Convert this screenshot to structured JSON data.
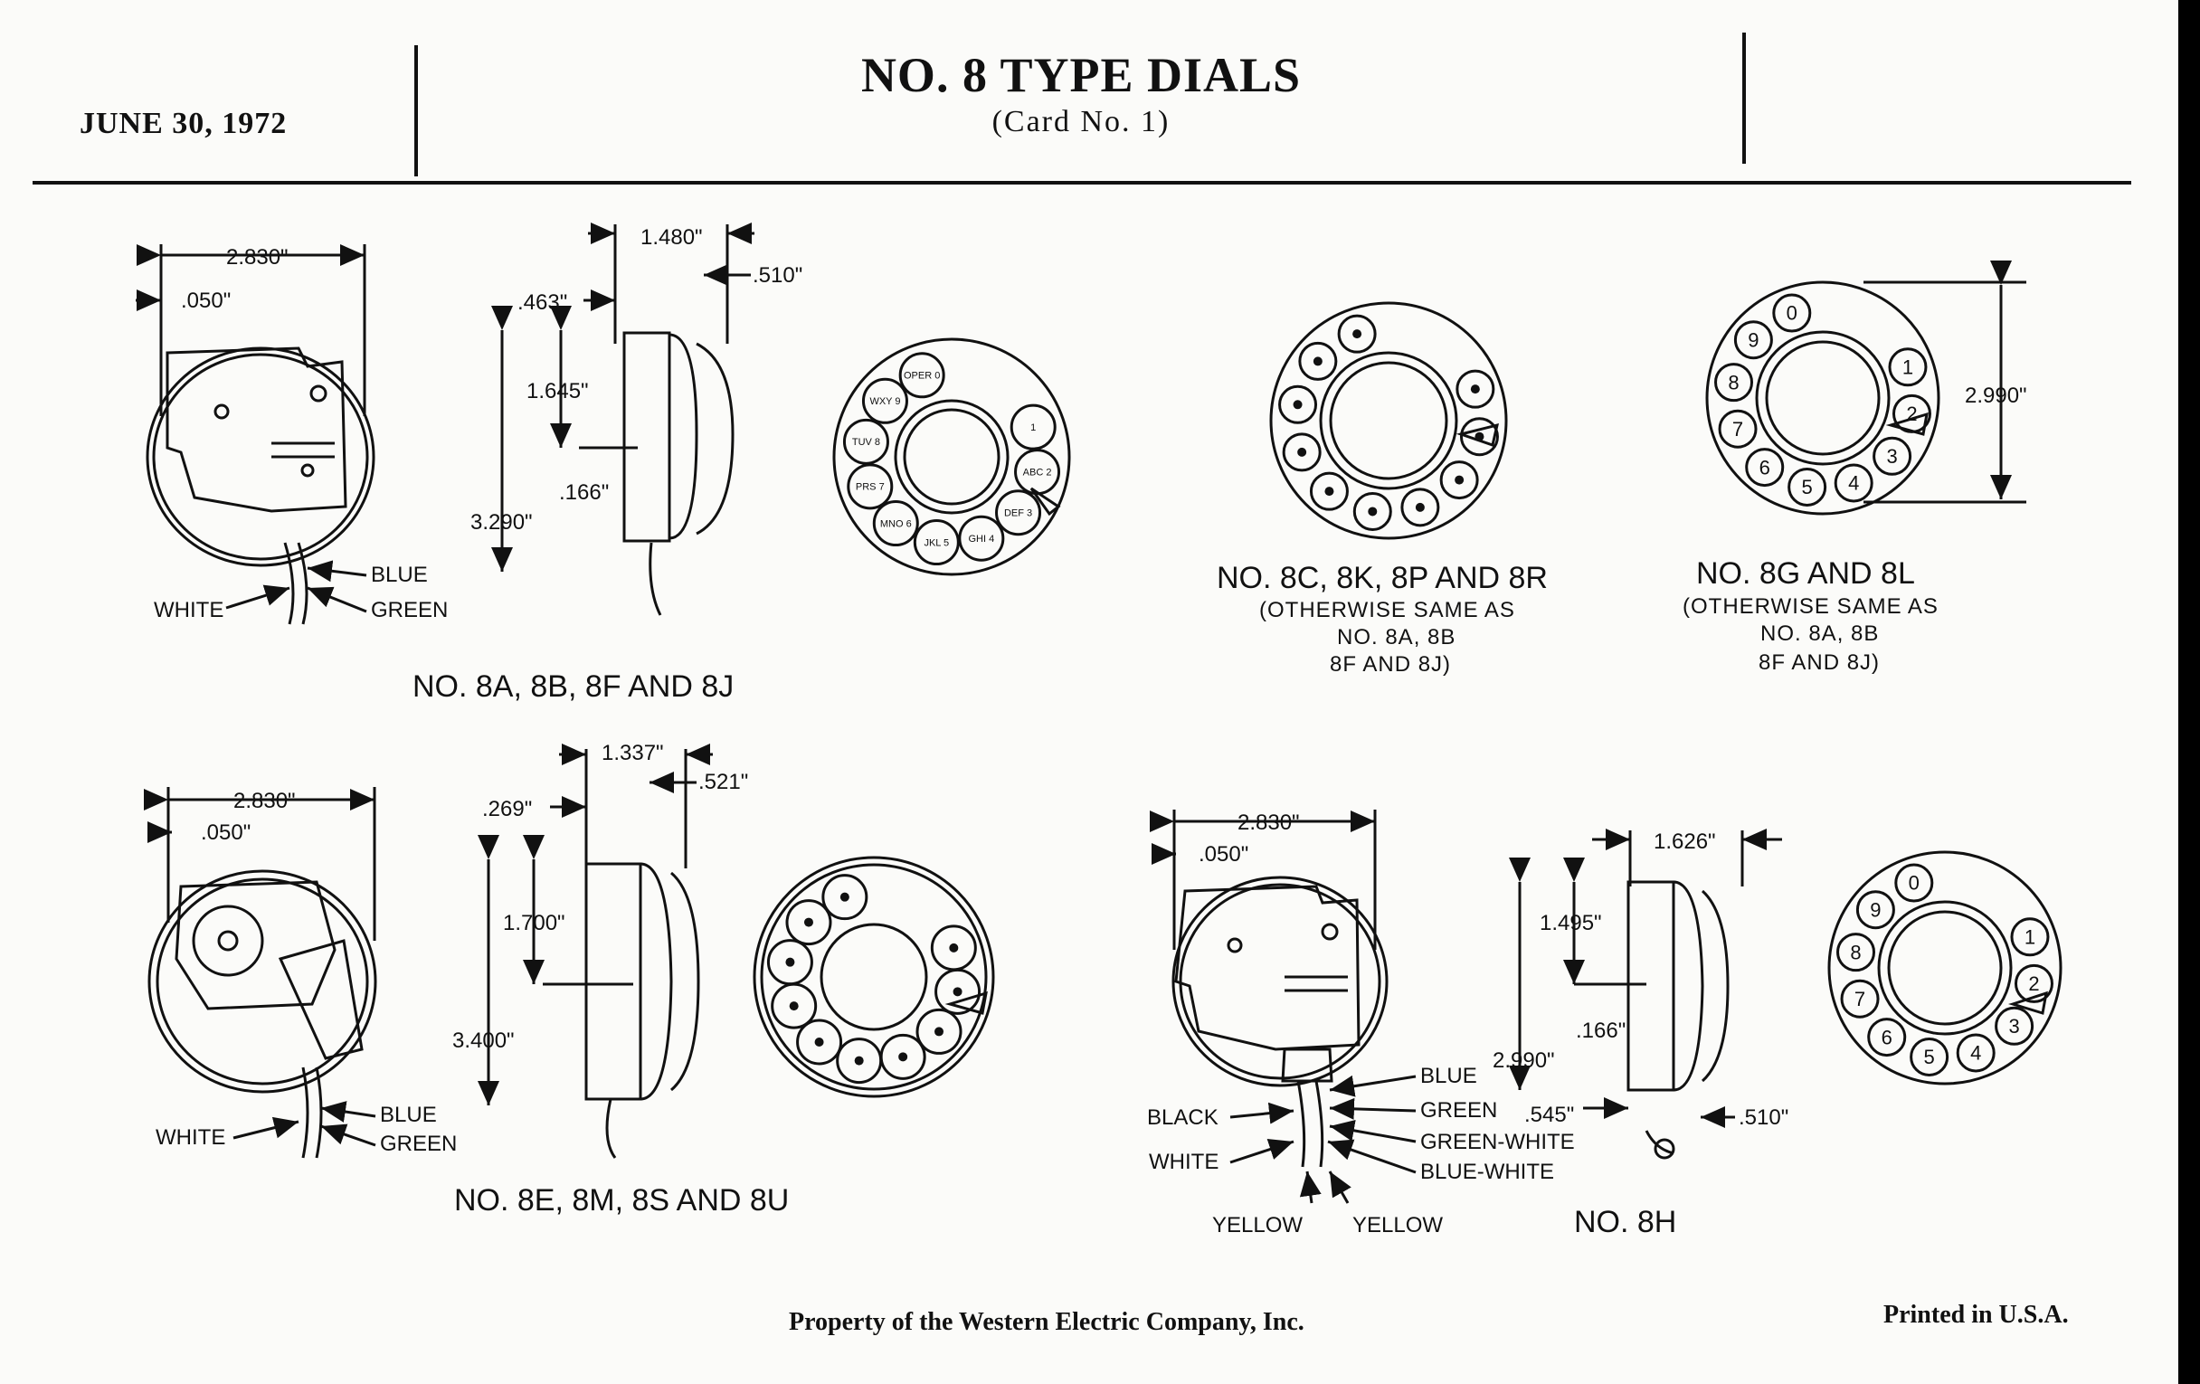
{
  "header": {
    "date": "JUNE 30, 1972",
    "title": "NO. 8 TYPE DIALS",
    "subtitle": "(Card No. 1)"
  },
  "footer": {
    "property": "Property of the Western Electric Company, Inc.",
    "printed": "Printed in U.S.A."
  },
  "dial_8a": {
    "caption": "NO. 8A, 8B, 8F AND 8J",
    "dim_width": "2.830\"",
    "dim_offset": ".050\"",
    "dim_depth": "1.480\"",
    "dim_front": ".510\"",
    "dim_shaft": ".463\"",
    "dim_upper": "1.645\"",
    "dim_small": ".166\"",
    "dim_height": "3.290\"",
    "wire_blue": "BLUE",
    "wire_white": "WHITE",
    "wire_green": "GREEN",
    "finger_labels": [
      "1",
      "ABC 2",
      "DEF 3",
      "GHI 4",
      "JKL 5",
      "MNO 6",
      "PRS 7",
      "TUV 8",
      "WXY 9",
      "OPER 0"
    ]
  },
  "dial_8c": {
    "caption": "NO. 8C, 8K, 8P AND 8R",
    "note_line1": "(OTHERWISE SAME AS",
    "note_line2": "NO. 8A, 8B",
    "note_line3": "8F AND 8J)"
  },
  "dial_8g": {
    "caption": "NO. 8G AND 8L",
    "note_line1": "(OTHERWISE SAME AS",
    "note_line2": "NO. 8A, 8B",
    "note_line3": "8F AND 8J)",
    "dim_height": "2.990\"",
    "digits": [
      "1",
      "2",
      "3",
      "4",
      "5",
      "6",
      "7",
      "8",
      "9",
      "0"
    ]
  },
  "dial_8e": {
    "caption": "NO. 8E, 8M, 8S AND 8U",
    "dim_width": "2.830\"",
    "dim_offset": ".050\"",
    "dim_depth": "1.337\"",
    "dim_front": ".521\"",
    "dim_shaft": ".269\"",
    "dim_upper": "1.700\"",
    "dim_height": "3.400\"",
    "wire_blue": "BLUE",
    "wire_white": "WHITE",
    "wire_green": "GREEN"
  },
  "dial_8h": {
    "caption": "NO. 8H",
    "dim_width": "2.830\"",
    "dim_offset": ".050\"",
    "dim_depth": "1.626\"",
    "dim_upper": "1.495\"",
    "dim_small": ".166\"",
    "dim_height": "2.990\"",
    "dim_front": ".545\"",
    "dim_rear": ".510\"",
    "wire_blue": "BLUE",
    "wire_black": "BLACK",
    "wire_green": "GREEN",
    "wire_green_white": "GREEN-WHITE",
    "wire_white": "WHITE",
    "wire_blue_white": "BLUE-WHITE",
    "wire_yellow_left": "YELLOW",
    "wire_yellow_right": "YELLOW",
    "digits": [
      "1",
      "2",
      "3",
      "4",
      "5",
      "6",
      "7",
      "8",
      "9",
      "0"
    ]
  }
}
